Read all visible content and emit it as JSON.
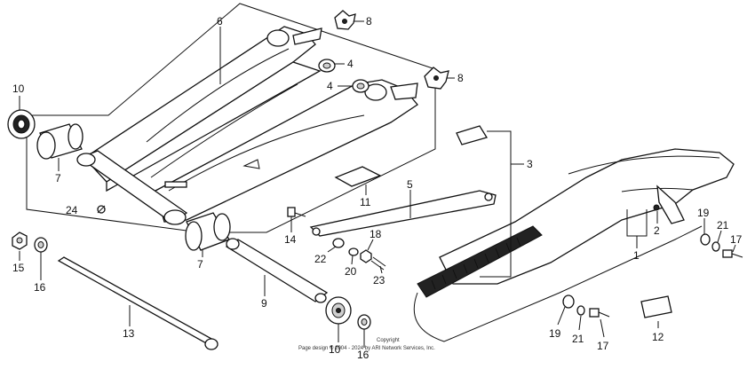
{
  "diagram": {
    "callouts": [
      {
        "id": "c10a",
        "text": "10"
      },
      {
        "id": "c6",
        "text": "6"
      },
      {
        "id": "c8a",
        "text": "8"
      },
      {
        "id": "c4a",
        "text": "4"
      },
      {
        "id": "c4b",
        "text": "4"
      },
      {
        "id": "c8b",
        "text": "8"
      },
      {
        "id": "c7a",
        "text": "7"
      },
      {
        "id": "c3",
        "text": "3"
      },
      {
        "id": "c24",
        "text": "24"
      },
      {
        "id": "c11",
        "text": "11"
      },
      {
        "id": "c5",
        "text": "5"
      },
      {
        "id": "c14",
        "text": "14"
      },
      {
        "id": "c18",
        "text": "18"
      },
      {
        "id": "c22",
        "text": "22"
      },
      {
        "id": "c20",
        "text": "20"
      },
      {
        "id": "c23",
        "text": "23"
      },
      {
        "id": "c15",
        "text": "15"
      },
      {
        "id": "c16a",
        "text": "16"
      },
      {
        "id": "c7b",
        "text": "7"
      },
      {
        "id": "c9",
        "text": "9"
      },
      {
        "id": "c13",
        "text": "13"
      },
      {
        "id": "c10b",
        "text": "10"
      },
      {
        "id": "c16b",
        "text": "16"
      },
      {
        "id": "c2",
        "text": "2"
      },
      {
        "id": "c1",
        "text": "1"
      },
      {
        "id": "c19a",
        "text": "19"
      },
      {
        "id": "c21a",
        "text": "21"
      },
      {
        "id": "c17a",
        "text": "17"
      },
      {
        "id": "c19b",
        "text": "19"
      },
      {
        "id": "c21b",
        "text": "21"
      },
      {
        "id": "c17b",
        "text": "17"
      },
      {
        "id": "c12",
        "text": "12"
      }
    ],
    "copyright": {
      "line1": "Copyright",
      "line2": "Page design © 2004 - 2024 by ARI Network Services, Inc."
    }
  }
}
